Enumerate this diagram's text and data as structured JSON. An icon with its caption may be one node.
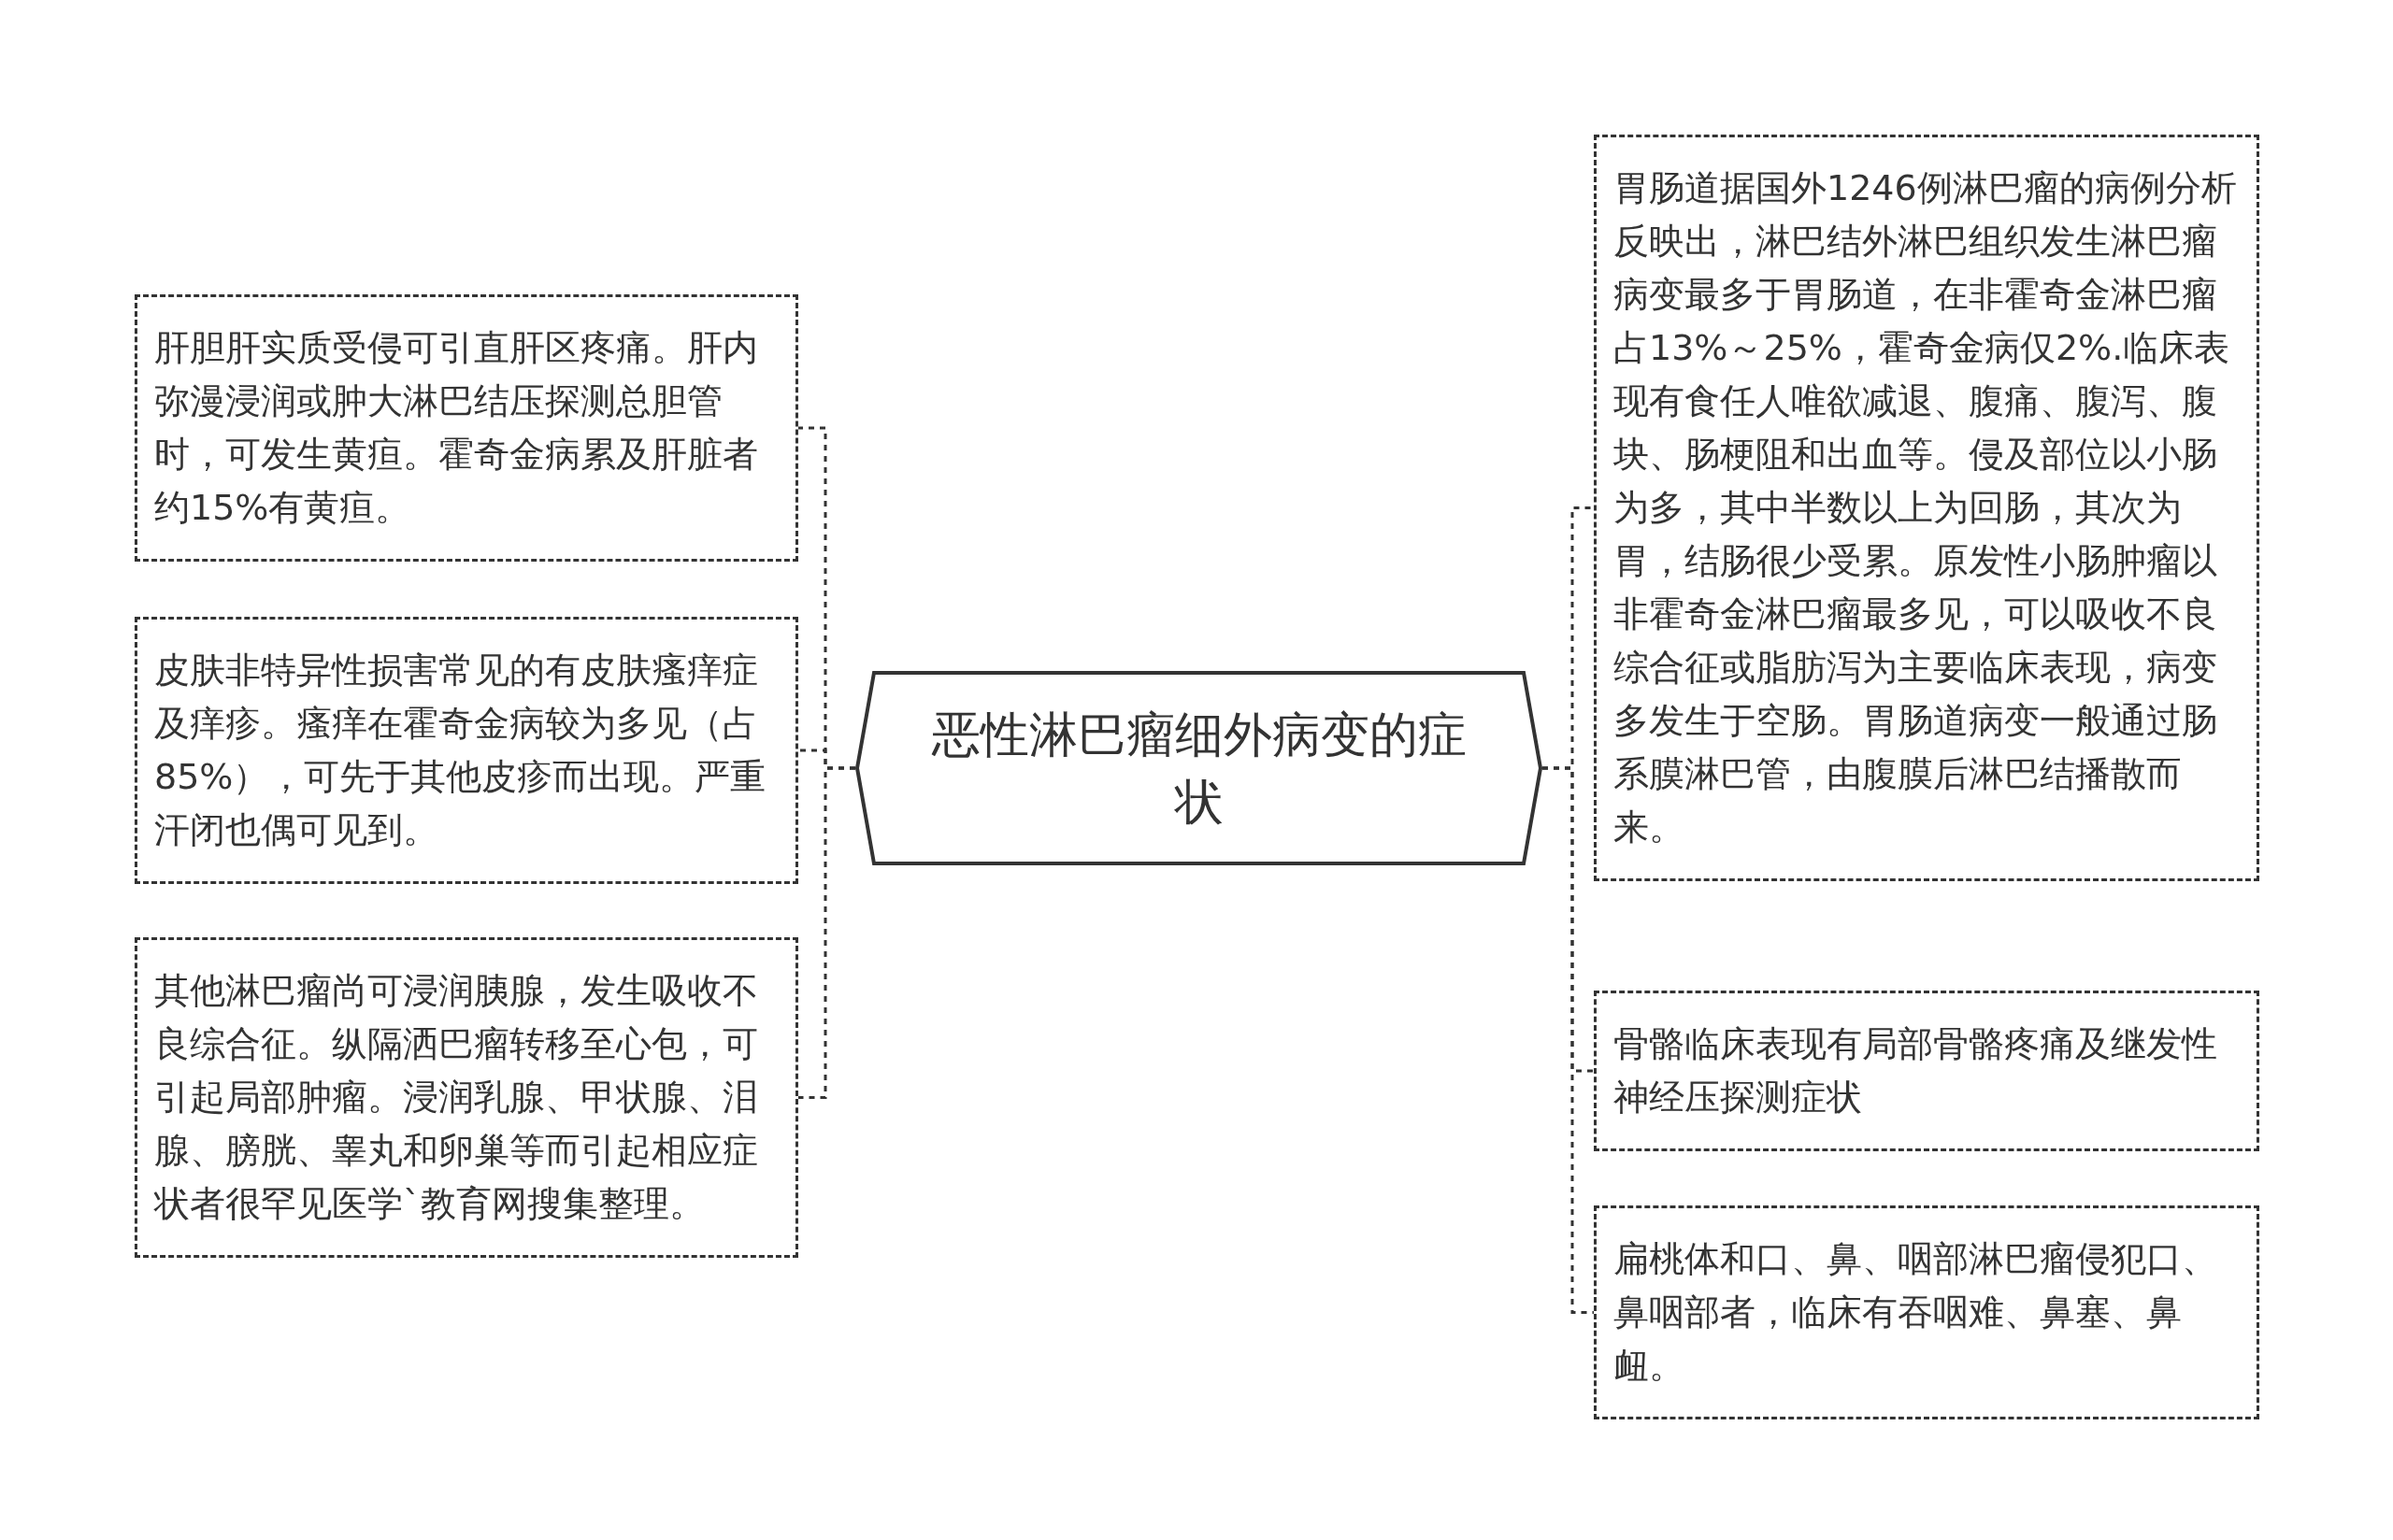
{
  "diagram": {
    "nodes": [
      {
        "text": [
          "恶性淋巴瘤细外病变的症状"
        ]
      },
      {
        "text": [
          "肝胆肝实质受侵可引直肝区疼痛。肝内弥漫浸润或肿大淋巴结压探测总胆管时，可发生黄疸。霍奇金病累及肝脏者约15%有黄疸。"
        ]
      },
      {
        "text": [
          "皮肤非特异性损害常见的有皮肤瘙痒症及痒疹。瘙痒在霍奇金病较为多见（占85%），可先于其他皮疹而出现。严重汗闭也偶可见到。"
        ]
      },
      {
        "text": [
          "其他淋巴瘤尚可浸润胰腺，发生吸收不良综合征。纵隔洒巴瘤转移至心包，可引起局部肿瘤。浸润乳腺、甲状腺、泪腺、膀胱、睾丸和卵巢等而引起相应症状者很罕见医学`教育网搜集整理。"
        ]
      },
      {
        "text": [
          "胃肠道据国外1246例淋巴瘤的病例分析反映出，淋巴结外淋巴组织发生淋巴瘤病变最多于胃肠道，在非霍奇金淋巴瘤占13%～25%，霍奇金病仅2%.临床表现有食任人唯欲减退、腹痛、腹泻、腹块、肠梗阻和出血等。侵及部位以小肠为多，其中半数以上为回肠，其次为胃，结肠很少受累。原发性小肠肿瘤以非霍奇金淋巴瘤最多见，可以吸收不良综合征或脂肪泻为主要临床表现，病变多发生于空肠。胃肠道病变一般通过肠系膜淋巴管，由腹膜后淋巴结播散而来。"
        ]
      },
      {
        "text": [
          "骨骼临床表现有局部骨骼疼痛及继发性神经压探测症状"
        ]
      },
      {
        "text": [
          "扁桃体和口、鼻、咽部淋巴瘤侵犯口、鼻咽部者，临床有吞咽难、鼻塞、鼻衄。"
        ]
      }
    ],
    "edges": [
      {
        "from": 0,
        "to": 1,
        "arrow": "none",
        "style": "dashed"
      },
      {
        "from": 0,
        "to": 2,
        "arrow": "none",
        "style": "dashed"
      },
      {
        "from": 0,
        "to": 3,
        "arrow": "none",
        "style": "dashed"
      },
      {
        "from": 0,
        "to": 4,
        "arrow": "none",
        "style": "dashed"
      },
      {
        "from": 0,
        "to": 5,
        "arrow": "none",
        "style": "dashed"
      },
      {
        "from": 0,
        "to": 6,
        "arrow": "none",
        "style": "dashed"
      }
    ]
  }
}
